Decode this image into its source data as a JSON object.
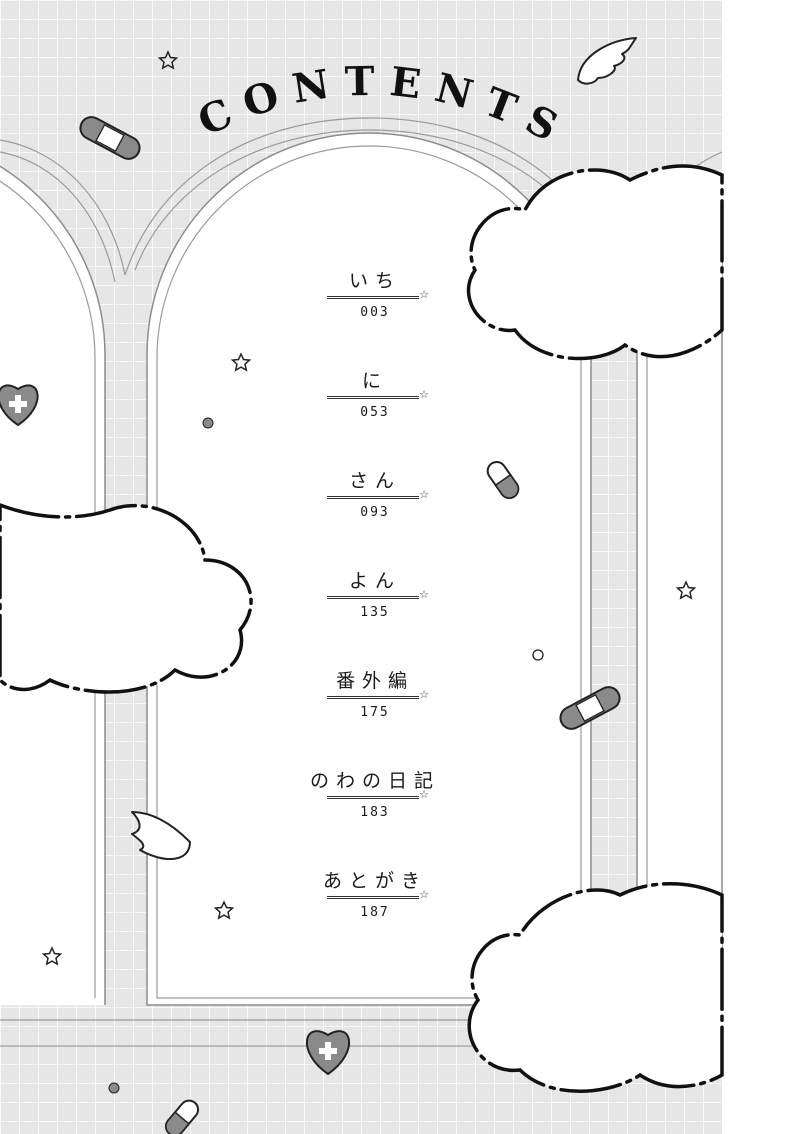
{
  "header": {
    "letters": [
      "C",
      "O",
      "N",
      "T",
      "E",
      "N",
      "T",
      "S"
    ]
  },
  "toc": [
    {
      "title": "いち",
      "page": "003"
    },
    {
      "title": "に",
      "page": "053"
    },
    {
      "title": "さん",
      "page": "093"
    },
    {
      "title": "よん",
      "page": "135"
    },
    {
      "title": "番外編",
      "page": "175"
    },
    {
      "title": "のわの日記",
      "page": "183"
    },
    {
      "title": "あとがき",
      "page": "187"
    }
  ],
  "colors": {
    "grid_bg": "#e6e6e6",
    "grid_line": "#ffffff",
    "ink": "#111111",
    "panel": "#ffffff",
    "icon_grey": "#8a8a8a"
  },
  "decorations": [
    "star-icon",
    "bandage-icon",
    "heart-cross-icon",
    "wing-icon",
    "pill-icon",
    "cloud-outline"
  ]
}
